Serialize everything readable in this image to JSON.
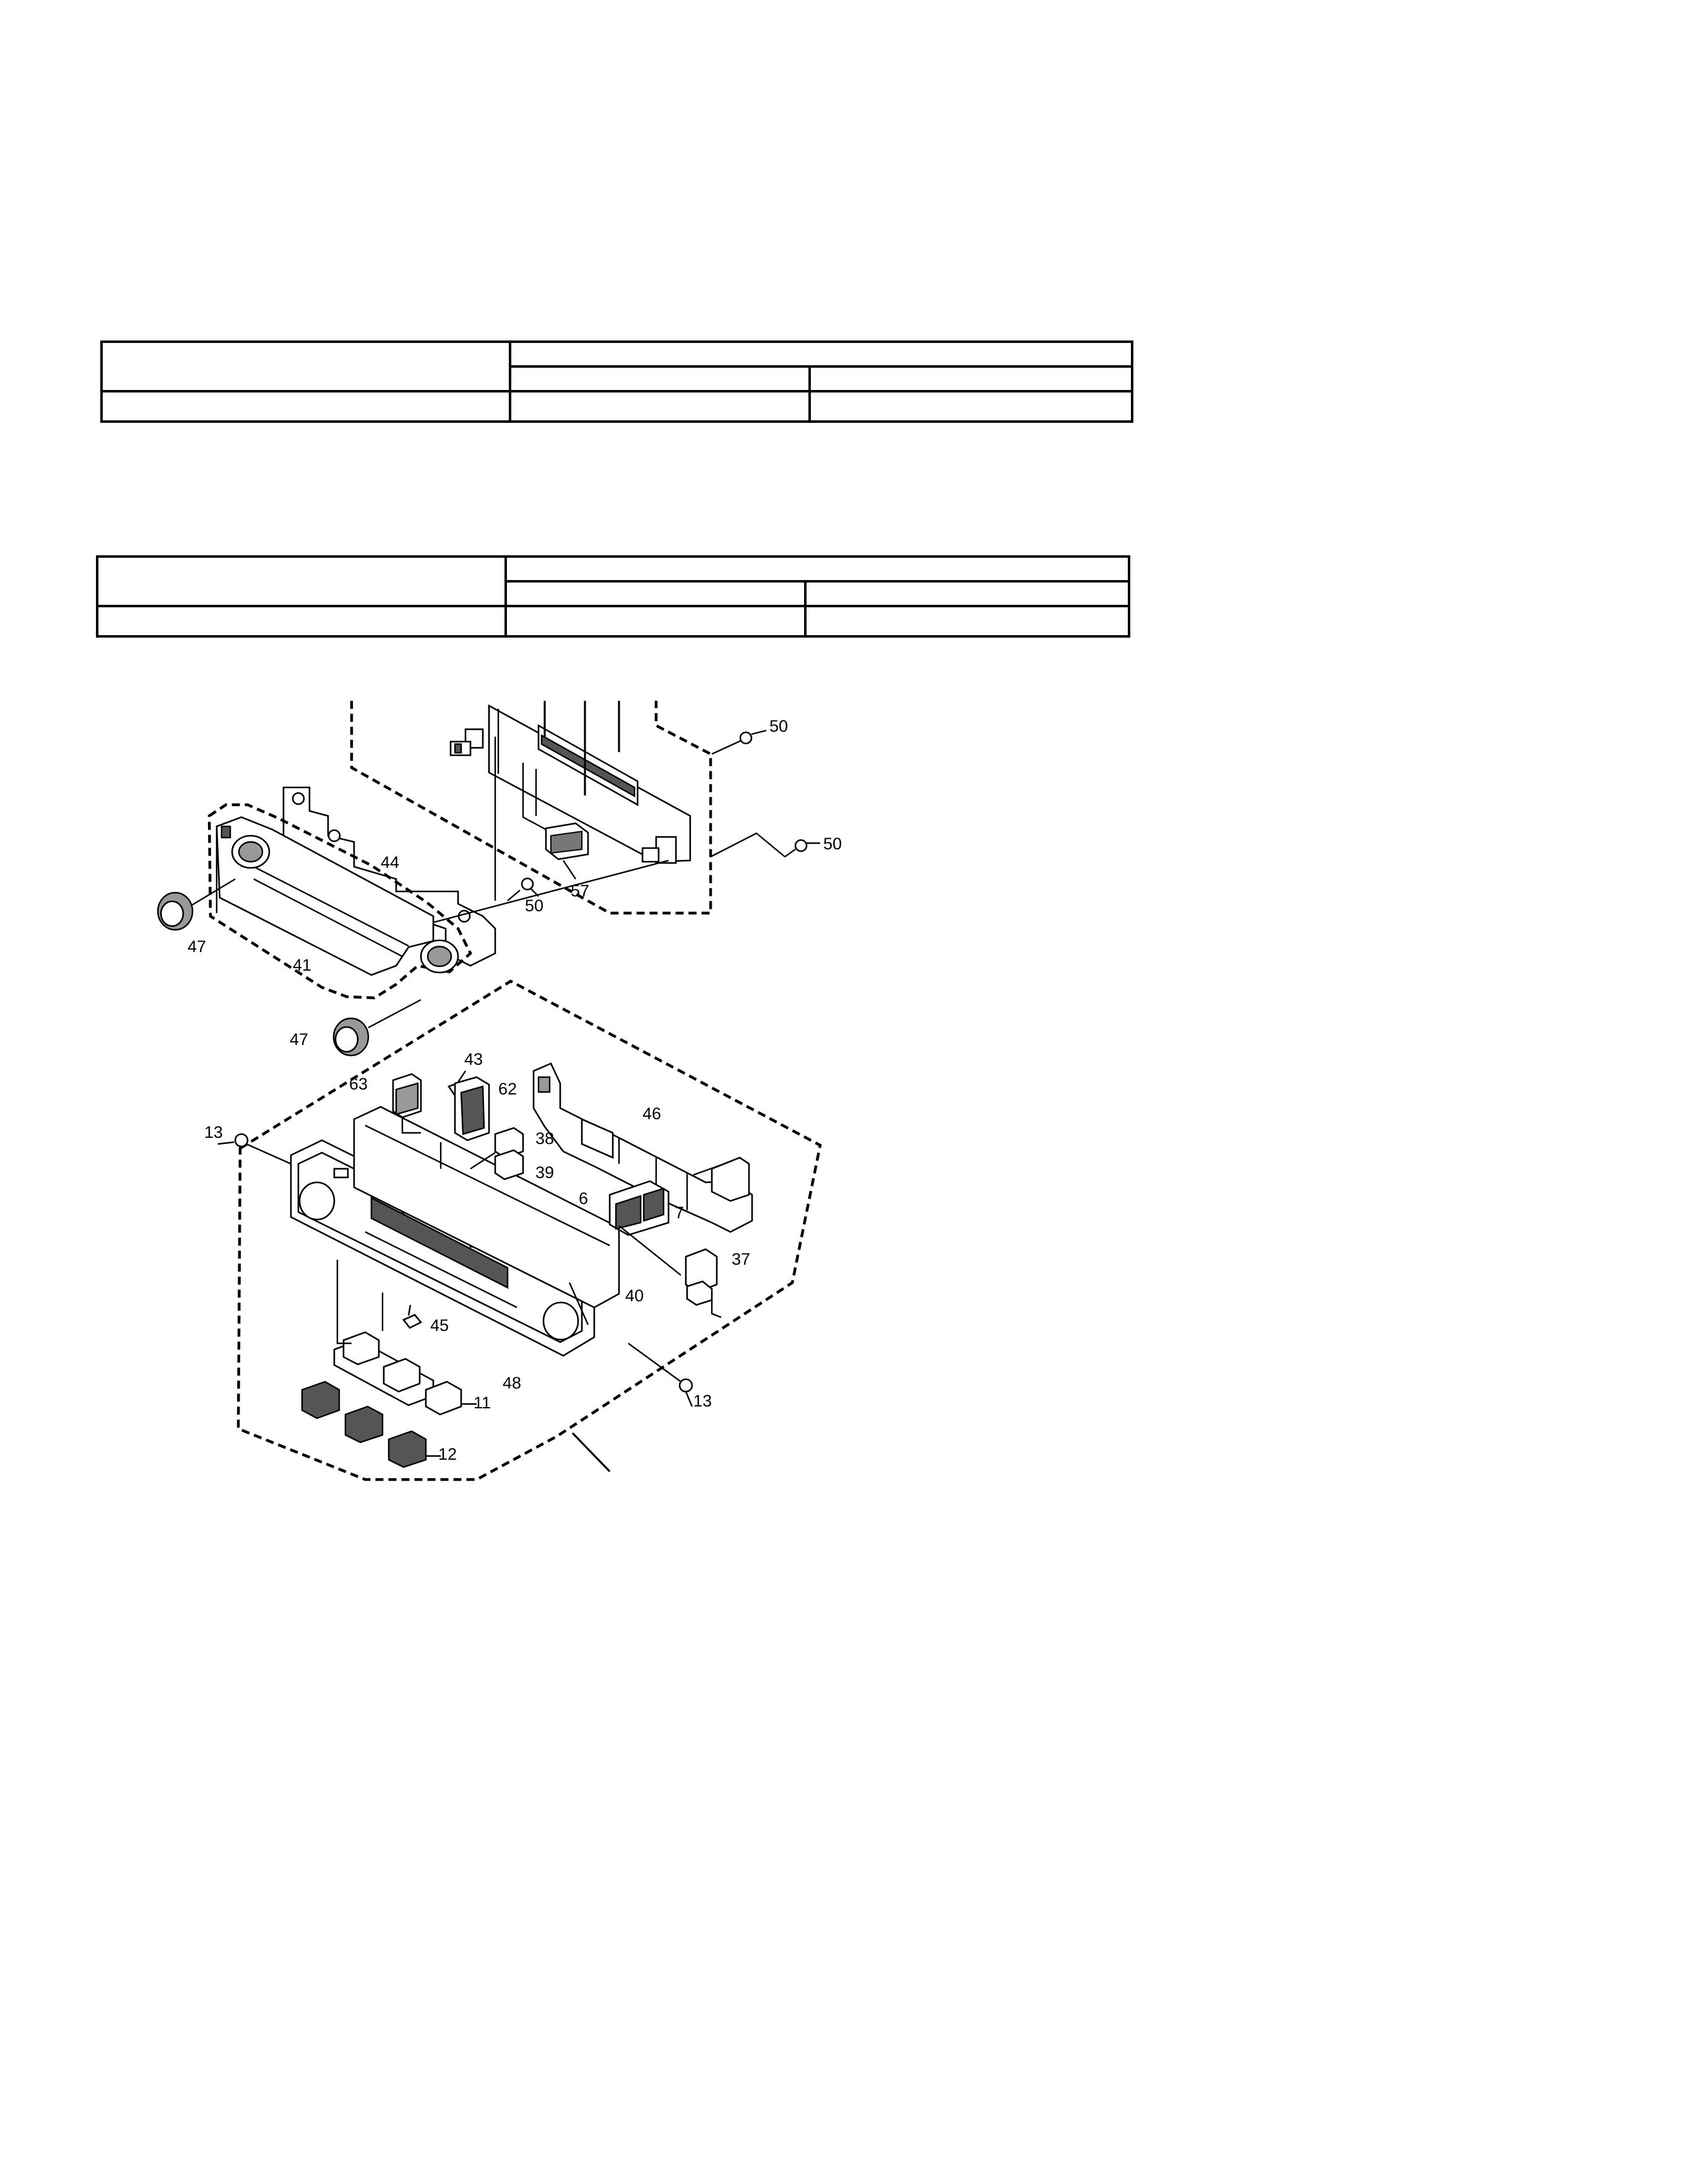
{
  "tables": [
    {
      "rows": [
        [
          "",
          ""
        ],
        [
          "",
          ""
        ],
        [
          "",
          "",
          ""
        ]
      ]
    },
    {
      "rows": [
        [
          "",
          ""
        ],
        [
          "",
          ""
        ],
        [
          "",
          "",
          ""
        ]
      ]
    }
  ],
  "callouts": {
    "p50a": "50",
    "p50b": "50",
    "p50c": "50",
    "p57": "57",
    "p44": "44",
    "p47a": "47",
    "p41": "41",
    "p47b": "47",
    "p43": "43",
    "p63": "63",
    "p62": "62",
    "p46": "46",
    "p13a": "13",
    "p38": "38",
    "p39": "39",
    "p6": "6",
    "p7": "7",
    "p37": "37",
    "p40": "40",
    "p45": "45",
    "p48": "48",
    "p13b": "13",
    "p11": "11",
    "p12": "12"
  }
}
